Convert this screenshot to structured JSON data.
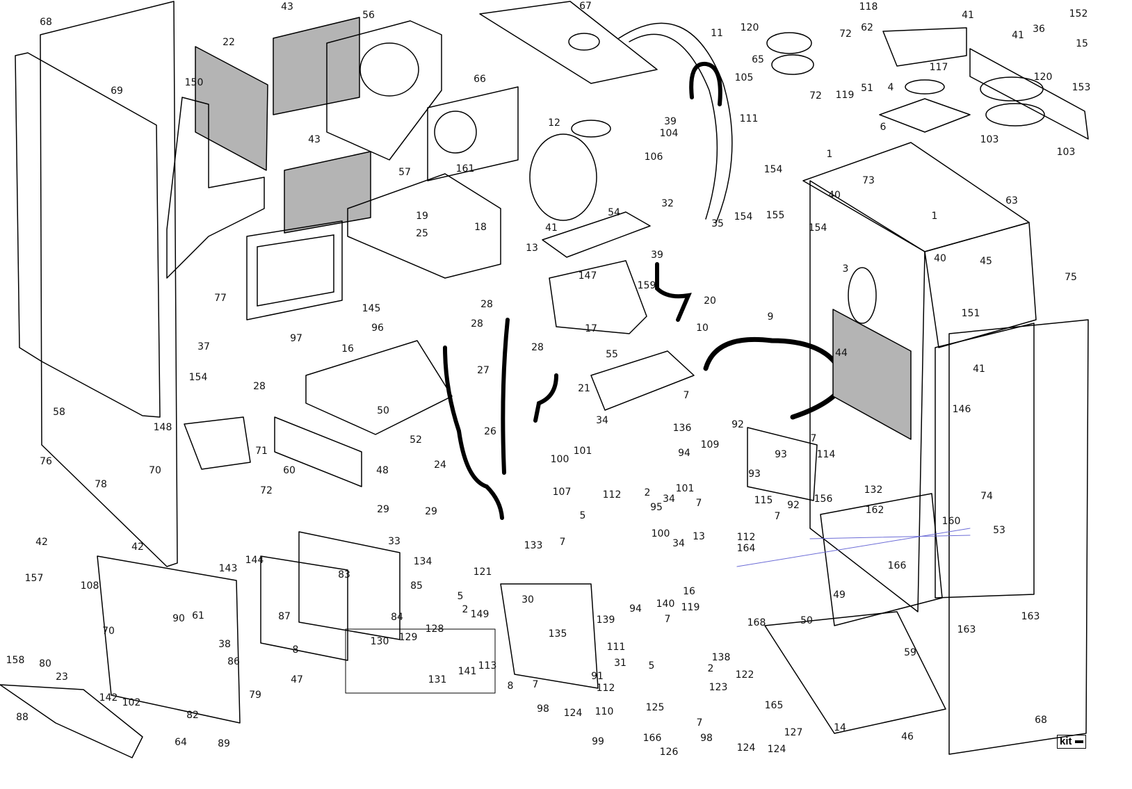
{
  "diagram": {
    "type": "exploded-parts-view",
    "colors": {
      "line": "#000000",
      "gasket_panel_fill": "#b4b4b4",
      "highlight_line": "#6b6bd6"
    },
    "part_labels": [
      "68",
      "43",
      "56",
      "67",
      "11",
      "120",
      "118",
      "41",
      "152",
      "22",
      "69",
      "150",
      "66",
      "12",
      "105",
      "65",
      "72",
      "62",
      "36",
      "41",
      "15",
      "117",
      "120",
      "153",
      "72",
      "119",
      "51",
      "4",
      "39",
      "104",
      "111",
      "6",
      "103",
      "103",
      "43",
      "106",
      "1",
      "161",
      "154",
      "73",
      "40",
      "63",
      "57",
      "19",
      "18",
      "25",
      "41",
      "54",
      "32",
      "35",
      "154",
      "155",
      "154",
      "1",
      "40",
      "45",
      "13",
      "39",
      "3",
      "75",
      "147",
      "159",
      "77",
      "145",
      "28",
      "17",
      "20",
      "151",
      "9",
      "37",
      "97",
      "96",
      "28",
      "10",
      "16",
      "28",
      "27",
      "55",
      "44",
      "41",
      "154",
      "28",
      "21",
      "7",
      "146",
      "58",
      "50",
      "34",
      "136",
      "92",
      "7",
      "148",
      "26",
      "52",
      "109",
      "93",
      "114",
      "76",
      "71",
      "100",
      "101",
      "94",
      "24",
      "48",
      "70",
      "60",
      "93",
      "78",
      "72",
      "107",
      "112",
      "2",
      "34",
      "101",
      "7",
      "115",
      "92",
      "156",
      "132",
      "74",
      "162",
      "5",
      "95",
      "29",
      "29",
      "7",
      "160",
      "53",
      "100",
      "34",
      "13",
      "112",
      "42",
      "42",
      "33",
      "133",
      "7",
      "164",
      "134",
      "144",
      "166",
      "143",
      "83",
      "121",
      "157",
      "108",
      "85",
      "16",
      "140",
      "5",
      "49",
      "2",
      "30",
      "149",
      "61",
      "90",
      "87",
      "84",
      "94",
      "7",
      "119",
      "168",
      "139",
      "50",
      "163",
      "163",
      "70",
      "128",
      "38",
      "135",
      "129",
      "111",
      "130",
      "59",
      "138",
      "80",
      "86",
      "8",
      "113",
      "141",
      "31",
      "5",
      "2",
      "122",
      "158",
      "23",
      "8",
      "7",
      "91",
      "131",
      "123",
      "79",
      "142",
      "102",
      "112",
      "165",
      "88",
      "82",
      "98",
      "124",
      "110",
      "125",
      "7",
      "14",
      "127",
      "68",
      "64",
      "89",
      "99",
      "166",
      "98",
      "124",
      "124",
      "46",
      "126",
      "47"
    ],
    "kit_badge": {
      "label": "kit",
      "symbol": "minus"
    }
  }
}
